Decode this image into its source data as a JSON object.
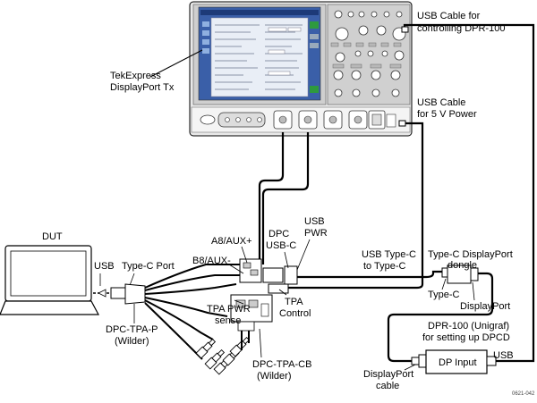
{
  "labels": {
    "dut": "DUT",
    "usb": "USB",
    "type_c_port": "Type-C Port",
    "dpc_tpa_p_line1": "DPC-TPA-P",
    "dpc_tpa_p_line2": "(Wilder)",
    "a8_aux_plus": "A8/AUX+",
    "b8_aux_minus": "B8/AUX-",
    "tpa_pwr_sense_line1": "TPA PWR",
    "tpa_pwr_sense_line2": "sense",
    "dpc_usb_c_line1": "DPC",
    "dpc_usb_c_line2": "USB-C",
    "usb_pwr_line1": "USB",
    "usb_pwr_line2": "PWR",
    "tpa_control_line1": "TPA",
    "tpa_control_line2": "Control",
    "dpc_tpa_cb_line1": "DPC-TPA-CB",
    "dpc_tpa_cb_line2": "(Wilder)",
    "usb_type_c_cable_line1": "USB Type-C",
    "usb_type_c_cable_line2": "to Type-C",
    "dongle_line1": "Type-C DisplayPort",
    "dongle_line2": "dongle",
    "dongle_type_c": "Type-C",
    "dongle_displayport": "DisplayPort",
    "dpr100_line1": "DPR-100 (Unigraf)",
    "dpr100_line2": "for setting up DPCD",
    "dp_input": "DP Input",
    "usb_port": "USB",
    "displayport_cable_line1": "DisplayPort",
    "displayport_cable_line2": "cable",
    "usb_ctrl_line1": "USB Cable for",
    "usb_ctrl_line2": "controlling DPR-100",
    "usb_5v_line1": "USB Cable",
    "usb_5v_line2": "for 5 V Power",
    "tekexpress_line1": "TekExpress",
    "tekexpress_line2": "DisplayPort Tx",
    "figure_id": "0621-042"
  },
  "colors": {
    "line": "#000000",
    "screen_blue": "#3a5fa8",
    "scope_body": "#e8e8e8",
    "scope_panel": "#d0d0d0"
  }
}
